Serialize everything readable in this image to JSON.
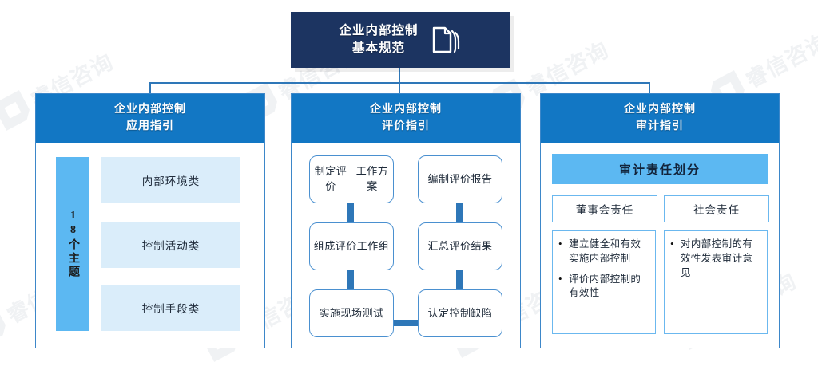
{
  "title": {
    "line1": "企业内部控制",
    "line2": "基本规范",
    "icon": "documents-stack-icon",
    "bg_color": "#1c3461"
  },
  "colors": {
    "header_blue": "#1277c4",
    "mid_blue": "#5cb8f2",
    "pale_blue": "#daedfa",
    "connector_blue": "#2e77b8",
    "border_blue": "#3d87c9"
  },
  "columns": [
    {
      "header_line1": "企业内部控制",
      "header_line2": "应用指引",
      "theme_label": "18个主题",
      "categories": [
        "内部环境类",
        "控制活动类",
        "控制手段类"
      ]
    },
    {
      "header_line1": "企业内部控制",
      "header_line2": "评价指引",
      "steps": [
        "制定评价\n工作方案",
        "编制评价\n报告",
        "组成评价\n工作组",
        "汇总评价\n结果",
        "实施现场\n测试",
        "认定控制\n缺陷"
      ]
    },
    {
      "header_line1": "企业内部控制",
      "header_line2": "审计指引",
      "responsibility_title": "审计责任划分",
      "responsibility_boxes": [
        "董事会责任",
        "社会责任"
      ],
      "bullets_left": [
        "建立健全和有效实施内部控制",
        "评价内部控制的有效性"
      ],
      "bullets_right": [
        "对内部控制的有效性发表审计意见"
      ]
    }
  ],
  "watermark": {
    "text": "睿信咨询",
    "mark": "hexagon-logo-icon"
  }
}
